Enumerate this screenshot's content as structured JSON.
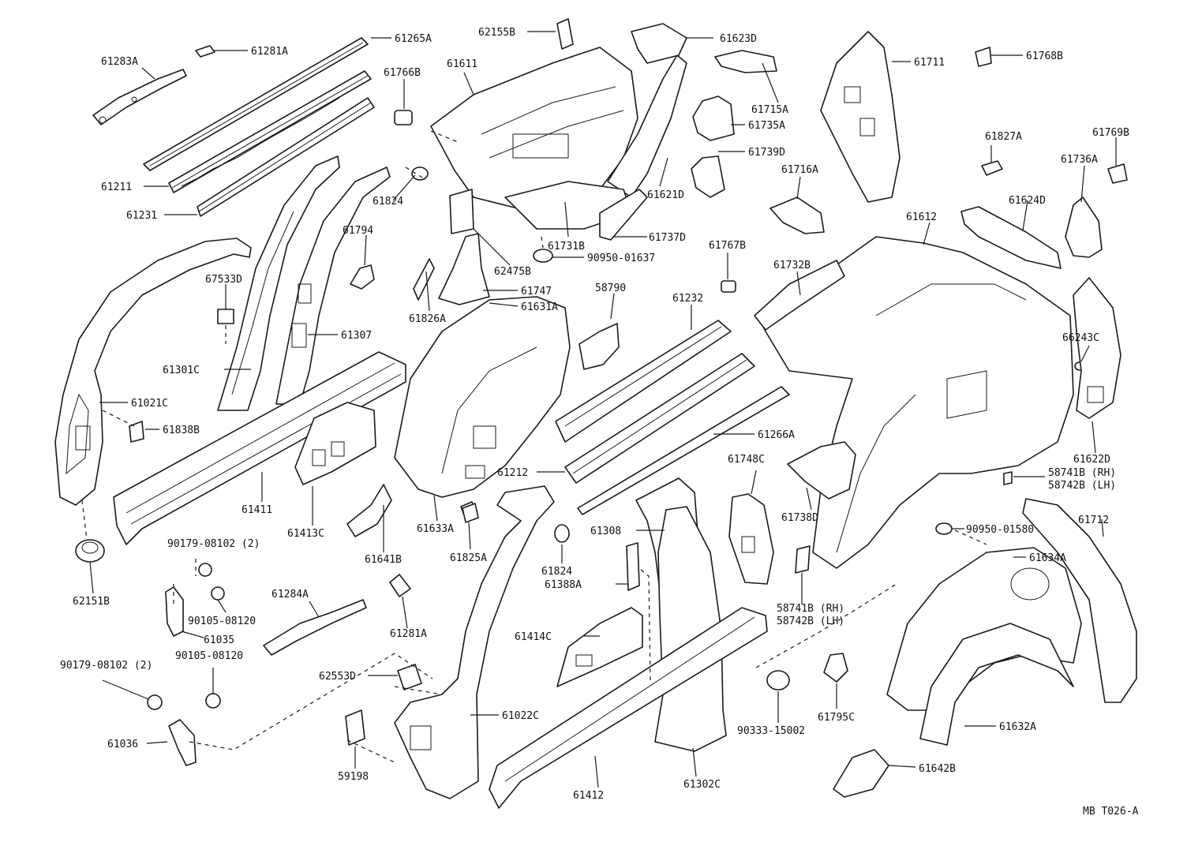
{
  "diagram_code": "MB T026-A",
  "labels": [
    {
      "key": "61265A",
      "text": "61265A"
    },
    {
      "key": "61281A_top",
      "text": "61281A"
    },
    {
      "key": "61283A",
      "text": "61283A"
    },
    {
      "key": "62155B",
      "text": "62155B"
    },
    {
      "key": "61611",
      "text": "61611"
    },
    {
      "key": "61766B",
      "text": "61766B"
    },
    {
      "key": "61623D",
      "text": "61623D"
    },
    {
      "key": "61711",
      "text": "61711"
    },
    {
      "key": "61768B",
      "text": "61768B"
    },
    {
      "key": "61715A",
      "text": "61715A"
    },
    {
      "key": "61735A",
      "text": "61735A"
    },
    {
      "key": "61827A",
      "text": "61827A"
    },
    {
      "key": "61769B",
      "text": "61769B"
    },
    {
      "key": "61739D",
      "text": "61739D"
    },
    {
      "key": "61736A",
      "text": "61736A"
    },
    {
      "key": "61211",
      "text": "61211"
    },
    {
      "key": "61716A",
      "text": "61716A"
    },
    {
      "key": "61824_top",
      "text": "61824"
    },
    {
      "key": "61621D",
      "text": "61621D"
    },
    {
      "key": "61231",
      "text": "61231"
    },
    {
      "key": "61624D",
      "text": "61624D"
    },
    {
      "key": "61612",
      "text": "61612"
    },
    {
      "key": "61731B",
      "text": "61731B"
    },
    {
      "key": "61794",
      "text": "61794"
    },
    {
      "key": "61737D",
      "text": "61737D"
    },
    {
      "key": "67533D",
      "text": "67533D"
    },
    {
      "key": "90950-01637",
      "text": "90950-01637"
    },
    {
      "key": "61767B",
      "text": "61767B"
    },
    {
      "key": "62475B",
      "text": "62475B"
    },
    {
      "key": "61732B",
      "text": "61732B"
    },
    {
      "key": "61747",
      "text": "61747"
    },
    {
      "key": "58790",
      "text": "58790"
    },
    {
      "key": "61232",
      "text": "61232"
    },
    {
      "key": "61631A",
      "text": "61631A"
    },
    {
      "key": "61826A",
      "text": "61826A"
    },
    {
      "key": "61307",
      "text": "61307"
    },
    {
      "key": "66243C",
      "text": "66243C"
    },
    {
      "key": "61301C",
      "text": "61301C"
    },
    {
      "key": "61021C",
      "text": "61021C"
    },
    {
      "key": "61838B",
      "text": "61838B"
    },
    {
      "key": "61266A",
      "text": "61266A"
    },
    {
      "key": "61622D",
      "text": "61622D"
    },
    {
      "key": "61748C",
      "text": "61748C"
    },
    {
      "key": "61212",
      "text": "61212"
    },
    {
      "key": "58741B_RH_right",
      "text": "58741B (RH)"
    },
    {
      "key": "58742B_LH_right",
      "text": "58742B (LH)"
    },
    {
      "key": "61411",
      "text": "61411"
    },
    {
      "key": "61413C",
      "text": "61413C"
    },
    {
      "key": "61738D",
      "text": "61738D"
    },
    {
      "key": "61633A",
      "text": "61633A"
    },
    {
      "key": "61308",
      "text": "61308"
    },
    {
      "key": "90950-01580",
      "text": "90950-01580"
    },
    {
      "key": "61712",
      "text": "61712"
    },
    {
      "key": "90179-08102_2_top",
      "text": "90179-08102 (2)"
    },
    {
      "key": "61641B",
      "text": "61641B"
    },
    {
      "key": "61825A",
      "text": "61825A"
    },
    {
      "key": "61634A",
      "text": "61634A"
    },
    {
      "key": "61824_mid",
      "text": "61824"
    },
    {
      "key": "61388A",
      "text": "61388A"
    },
    {
      "key": "62151B",
      "text": "62151B"
    },
    {
      "key": "90105-08120_top",
      "text": "90105-08120"
    },
    {
      "key": "61284A",
      "text": "61284A"
    },
    {
      "key": "58741B_RH_mid",
      "text": "58741B (RH)"
    },
    {
      "key": "58742B_LH_mid",
      "text": "58742B (LH)"
    },
    {
      "key": "61035",
      "text": "61035"
    },
    {
      "key": "61281A_mid",
      "text": "61281A"
    },
    {
      "key": "90105-08120_bottom",
      "text": "90105-08120"
    },
    {
      "key": "61414C",
      "text": "61414C"
    },
    {
      "key": "90179-08102_2_bottom",
      "text": "90179-08102 (2)"
    },
    {
      "key": "62553D",
      "text": "62553D"
    },
    {
      "key": "61022C",
      "text": "61022C"
    },
    {
      "key": "61795C",
      "text": "61795C"
    },
    {
      "key": "61632A",
      "text": "61632A"
    },
    {
      "key": "61036",
      "text": "61036"
    },
    {
      "key": "90333-15002",
      "text": "90333-15002"
    },
    {
      "key": "59198",
      "text": "59198"
    },
    {
      "key": "61412",
      "text": "61412"
    },
    {
      "key": "61302C",
      "text": "61302C"
    },
    {
      "key": "61642B",
      "text": "61642B"
    }
  ]
}
